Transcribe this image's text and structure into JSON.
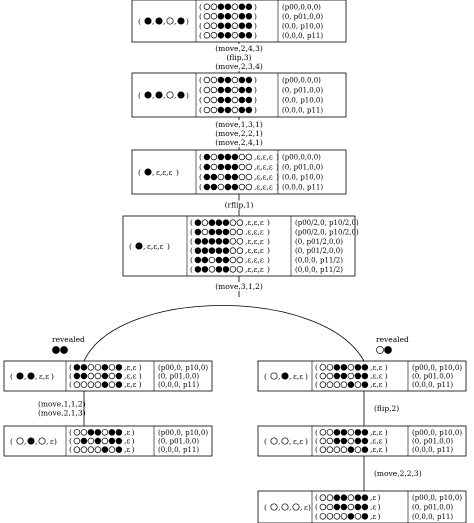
{
  "nodes": [
    {
      "id": "n1",
      "state_cells": [
        "●",
        "●",
        "○",
        "●"
      ],
      "state_suffix": [],
      "rows": [
        [
          "○",
          "○",
          "●",
          "●",
          "○",
          "●",
          "●"
        ],
        [
          "○",
          "○",
          "●",
          "●",
          "○",
          "●",
          "●"
        ],
        [
          "○",
          "○",
          "●",
          "●",
          "○",
          "●",
          "●"
        ],
        [
          "○",
          "○",
          "●",
          "●",
          "○",
          "●",
          "●"
        ]
      ],
      "probs": [
        "(p00,0,0,0)",
        "(0, p01,0,0)",
        "(0,0, p10,0)",
        "(0,0,0, p11)"
      ]
    },
    {
      "id": "n2",
      "state_cells": [
        "●",
        "●",
        "○",
        "●"
      ],
      "state_suffix": [],
      "rows": [
        [
          "○",
          "○",
          "●",
          "●",
          "○",
          "●",
          "●"
        ],
        [
          "○",
          "○",
          "●",
          "●",
          "○",
          "●",
          "●"
        ],
        [
          "○",
          "○",
          "●",
          "●",
          "○",
          "●",
          "●"
        ],
        [
          "○",
          "○",
          "●",
          "●",
          "○",
          "●",
          "●"
        ]
      ],
      "probs": [
        "(p00,0,0,0)",
        "(0, p01,0,0)",
        "(0,0, p10,0)",
        "(0,0,0, p11)"
      ]
    },
    {
      "id": "n3",
      "state_cells": [
        "●"
      ],
      "state_suffix": "ε,ε,ε",
      "rows": [
        [
          "●",
          "○",
          "●",
          "●",
          "●",
          "○",
          "○"
        ],
        [
          "●",
          "○",
          "●",
          "●",
          "●",
          "○",
          "○"
        ],
        [
          "●",
          "●",
          "○",
          "●",
          "●",
          "○",
          "○"
        ],
        [
          "●",
          "●",
          "○",
          "●",
          "●",
          "○",
          "○"
        ]
      ],
      "row_suffix": "ε,ε,ε",
      "probs": [
        "(p00,0,0,0)",
        "(0, p01,0,0)",
        "(0,0, p10,0)",
        "(0,0,0, p11)"
      ]
    },
    {
      "id": "n4",
      "state_cells": [
        "●"
      ],
      "state_suffix": "ε,ε,ε",
      "rows": [
        [
          "●",
          "○",
          "●",
          "●",
          "●",
          "○",
          "○"
        ],
        [
          "●",
          "○",
          "●",
          "●",
          "●",
          "○",
          "○"
        ],
        [
          "●",
          "●",
          "●",
          "●",
          "●",
          "○",
          "○"
        ],
        [
          "●",
          "●",
          "●",
          "●",
          "●",
          "○",
          "○"
        ],
        [
          "●",
          "●",
          "○",
          "●",
          "●",
          "○",
          "○"
        ],
        [
          "●",
          "●",
          "○",
          "●",
          "●",
          "○",
          "○"
        ]
      ],
      "row_suffix": "ε,ε,ε",
      "probs": [
        "(p00/2,0, p10/2,0)",
        "(p00/2,0, p10/2,0)",
        "(0, p01/2,0,0)",
        "(0, p01/2,0,0)",
        "(0,0,0, p11/2)",
        "(0,0,0, p11/2)"
      ]
    },
    {
      "id": "n5",
      "state_cells": [
        "●",
        "●"
      ],
      "state_suffix": "ε,ε",
      "rows": [
        [
          "●",
          "●",
          "○",
          "○",
          "●",
          "○",
          "●"
        ],
        [
          "●",
          "●",
          "○",
          "○",
          "●",
          "○",
          "●"
        ],
        [
          "○",
          "○",
          "○",
          "○",
          "●",
          "○",
          "●"
        ]
      ],
      "row_suffix": "ε,ε",
      "probs": [
        "(p00,0, p10,0)",
        "(0, p01,0,0)",
        "(0,0,0, p11)"
      ]
    },
    {
      "id": "n6",
      "state_cells": [
        "○",
        "●",
        "○"
      ],
      "state_suffix": "ε",
      "rows": [
        [
          "○",
          "○",
          "●",
          "●",
          "○",
          "●",
          "●"
        ],
        [
          "○",
          "●",
          "○",
          "●",
          "○",
          "●",
          "●"
        ],
        [
          "○",
          "○",
          "○",
          "○",
          "●",
          "○",
          "●"
        ]
      ],
      "row_suffix": "ε",
      "probs": [
        "(p00,0, p10,0)",
        "(0, p01,0,0)",
        "(0,0,0, p11)"
      ]
    },
    {
      "id": "n7",
      "state_cells": [
        "○",
        "●"
      ],
      "state_suffix": "ε,ε",
      "rows": [
        [
          "○",
          "○",
          "●",
          "●",
          "○",
          "●",
          "●"
        ],
        [
          "○",
          "○",
          "●",
          "●",
          "○",
          "●",
          "●"
        ],
        [
          "○",
          "○",
          "○",
          "○",
          "●",
          "○",
          "●"
        ]
      ],
      "row_suffix": "ε,ε",
      "probs": [
        "(p00,0, p10,0)",
        "(0, p01,0,0)",
        "(0,0,0, p11)"
      ]
    },
    {
      "id": "n8",
      "state_cells": [
        "○",
        "○"
      ],
      "state_suffix": "ε,ε",
      "rows": [
        [
          "○",
          "○",
          "●",
          "●",
          "○",
          "●",
          "●"
        ],
        [
          "○",
          "○",
          "●",
          "●",
          "○",
          "●",
          "●"
        ],
        [
          "○",
          "○",
          "○",
          "○",
          "●",
          "○",
          "●"
        ]
      ],
      "row_suffix": "ε,ε",
      "probs": [
        "(p00,0, p10,0)",
        "(0, p01,0,0)",
        "(0,0,0, p11)"
      ]
    },
    {
      "id": "n9",
      "state_cells": [
        "○",
        "○",
        "○"
      ],
      "state_suffix": "ε",
      "rows": [
        [
          "○",
          "○",
          "●",
          "●",
          "○",
          "●",
          "●"
        ],
        [
          "○",
          "○",
          "●",
          "●",
          "○",
          "●",
          "●"
        ],
        [
          "○",
          "○",
          "○",
          "○",
          "●",
          "○",
          "●"
        ]
      ],
      "row_suffix": "ε",
      "probs": [
        "(p00,0, p10,0)",
        "(0, p01,0,0)",
        "(0,0,0, p11)"
      ]
    }
  ],
  "edges": [
    {
      "from": "n1",
      "to": "n2",
      "lines": [
        "(move,2,4,3)",
        "(flip,3)",
        "(move,2,3,4)"
      ]
    },
    {
      "from": "n2",
      "to": "n3",
      "lines": [
        "(move,1,3,1)",
        "(move,2,2,1)",
        "(move,2,4,1)"
      ]
    },
    {
      "from": "n3",
      "to": "n4",
      "lines": [
        "(rflip,1)"
      ]
    },
    {
      "from": "n4",
      "to": "split",
      "lines": [
        "(move,3,1,2)"
      ]
    },
    {
      "from": "n5",
      "to": "n6",
      "lines": [
        "(move,1,1,2)",
        "(move,2,1,3)"
      ]
    },
    {
      "from": "n7",
      "to": "n8",
      "lines": [
        "(flip,2)"
      ]
    },
    {
      "from": "n8",
      "to": "n9",
      "lines": [
        "(move,2,2,3)"
      ]
    }
  ],
  "revealed": [
    {
      "label": "revealed",
      "glyphs": [
        "●",
        "●"
      ]
    },
    {
      "label": "revealed",
      "glyphs": [
        "○",
        "●"
      ]
    }
  ]
}
